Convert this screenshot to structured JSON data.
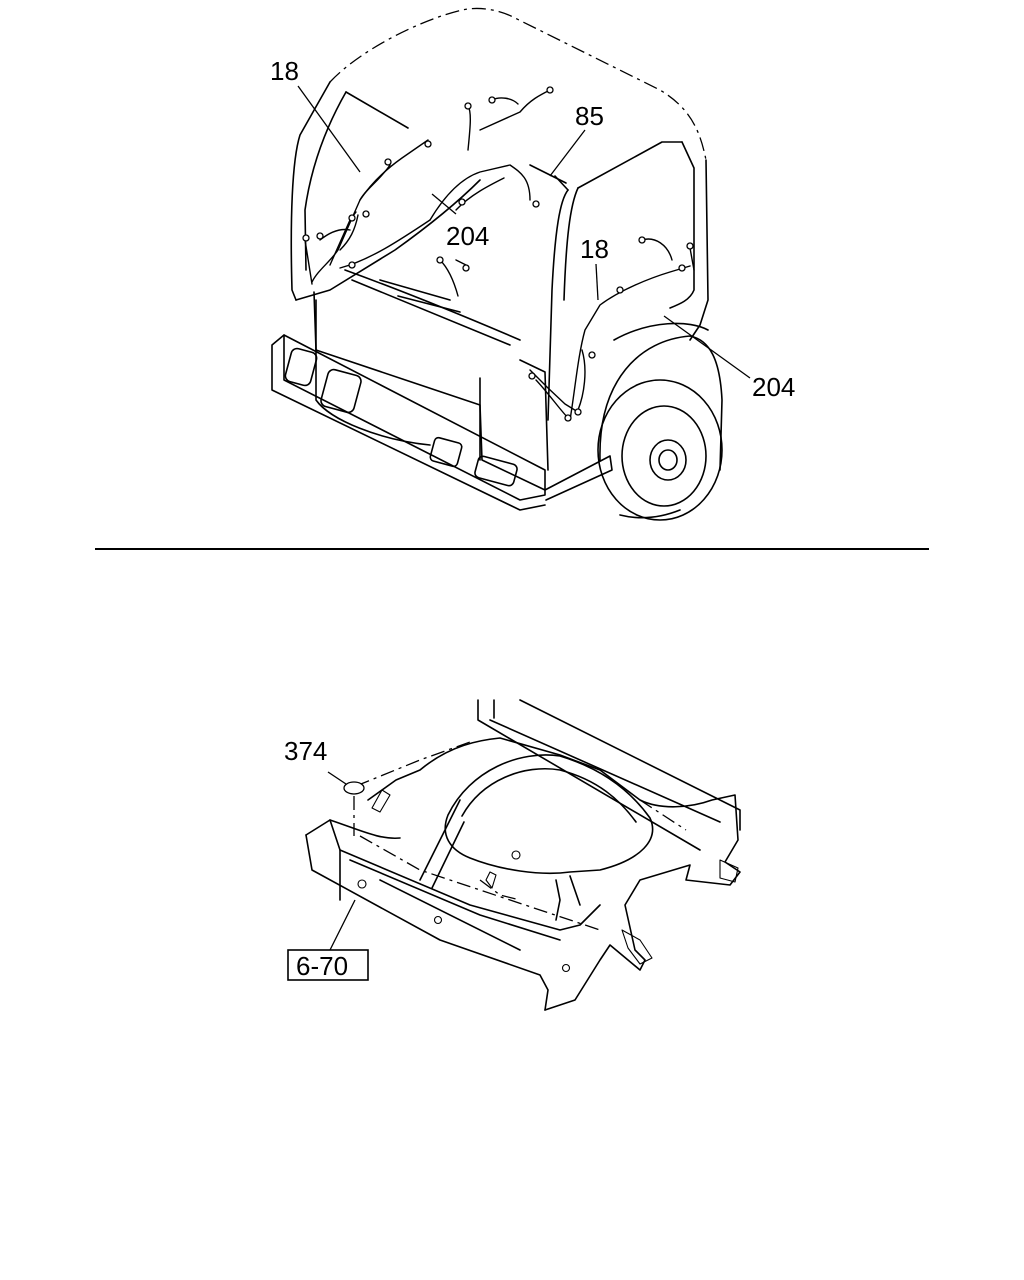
{
  "top_diagram": {
    "callouts": {
      "c18_left": "18",
      "c85": "85",
      "c204_center": "204",
      "c18_right": "18",
      "c204_right": "204"
    }
  },
  "bottom_diagram": {
    "callouts": {
      "c374": "374",
      "ref_box": "6-70"
    }
  }
}
